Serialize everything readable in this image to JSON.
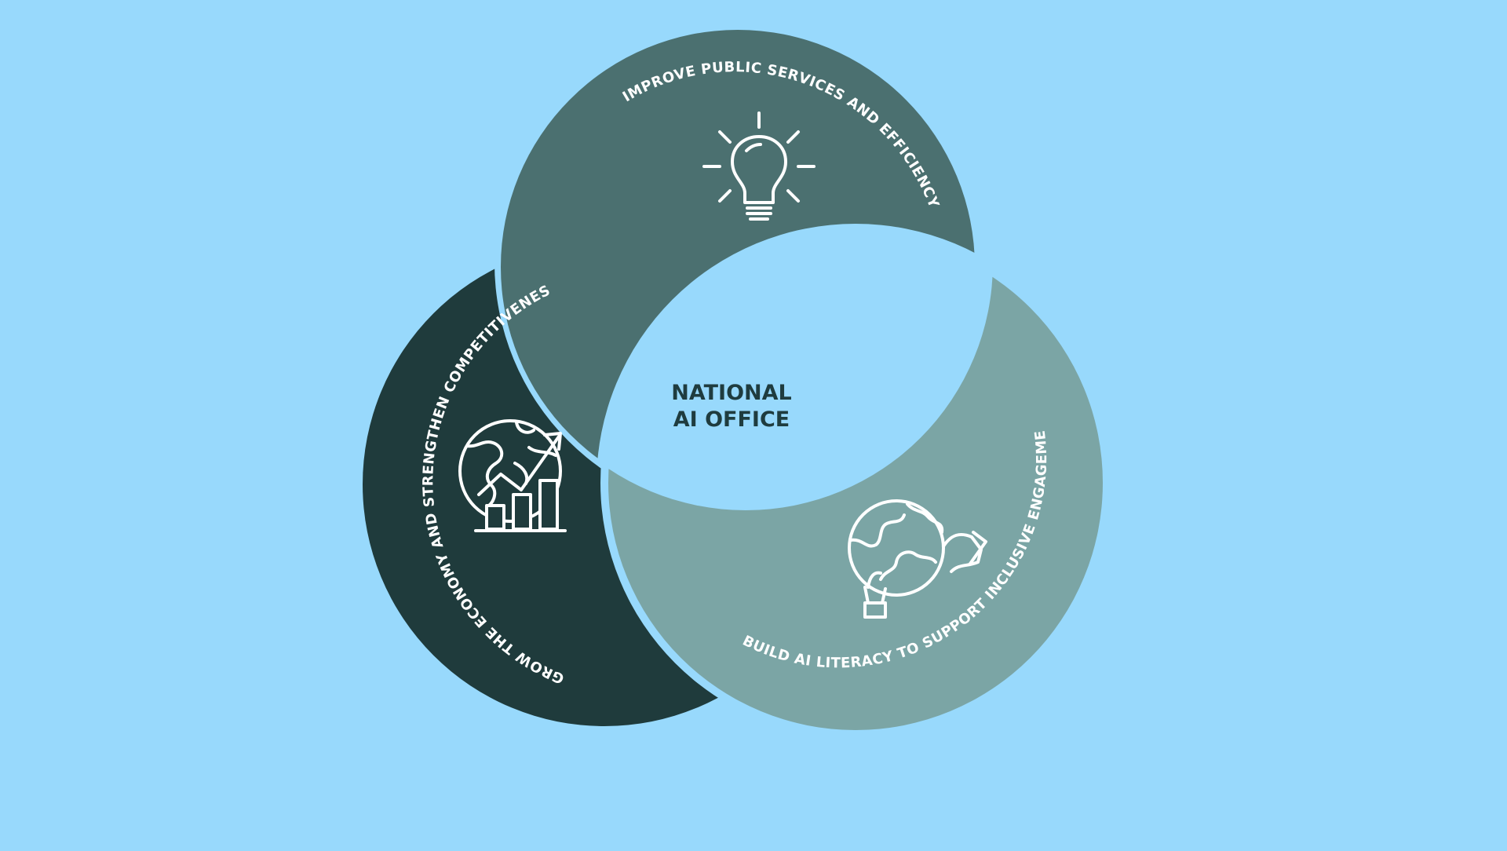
{
  "diagram": {
    "center_lines": [
      "NATIONAL",
      "AI OFFICE"
    ],
    "segments": [
      {
        "label": "IMPROVE PUBLIC SERVICES AND EFFICIENCY",
        "color": "#4b7070",
        "icon": "lightbulb-icon"
      },
      {
        "label": "GROW THE ECONOMY AND STRENGTHEN COMPETITIVENESS",
        "color": "#1f3b3c",
        "icon": "globe-growth-chart-icon"
      },
      {
        "label": "BUILD AI LITERACY TO SUPPORT INCLUSIVE ENGAGEMENT",
        "color": "#7ba5a5",
        "icon": "hand-holding-puzzle-globe-icon"
      }
    ],
    "colors": {
      "background": "#98d9fc",
      "center_text": "#1f3c3f",
      "icon_line": "#ffffff"
    }
  }
}
